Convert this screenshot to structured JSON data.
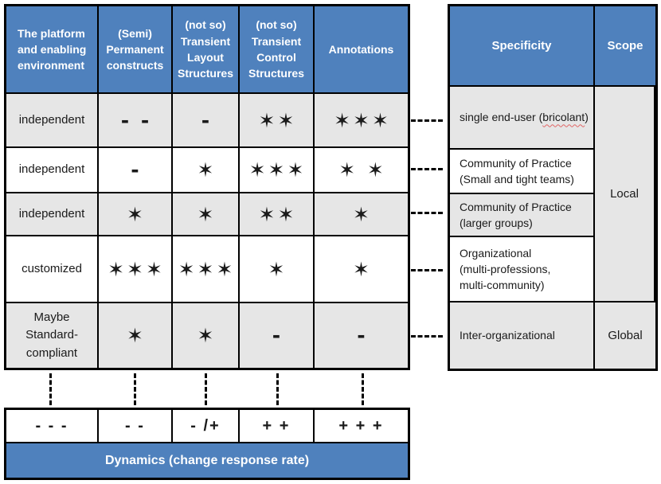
{
  "colors": {
    "header_blue": "#4f81bd",
    "row_gray": "#e6e6e6",
    "row_white": "#ffffff",
    "border_black": "#000000",
    "spellcheck_red": "#e06666"
  },
  "left_table": {
    "headers": [
      "The platform\nand enabling\nenvironment",
      "(Semi)\nPermanent\nconstructs",
      "(not so)\nTransient\nLayout\nStructures",
      "(not so)\nTransient\nControl\nStructures",
      "Annotations"
    ],
    "rows": [
      {
        "cells": [
          "independent",
          "- -",
          "-",
          "✶✶",
          "✶✶✶"
        ]
      },
      {
        "cells": [
          "independent",
          "-",
          "✶",
          "✶✶✶",
          "✶ ✶"
        ]
      },
      {
        "cells": [
          "independent",
          "✶",
          "✶",
          "✶✶",
          "✶"
        ]
      },
      {
        "cells": [
          "customized",
          "✶✶✶",
          "✶✶✶",
          "✶",
          "✶"
        ]
      },
      {
        "cells": [
          "Maybe\nStandard-\ncompliant",
          "✶",
          "✶",
          "-",
          "-"
        ]
      }
    ]
  },
  "right_table": {
    "headers": [
      "Specificity",
      "Scope"
    ],
    "specificity_rows": [
      {
        "prefix": "single end-user (",
        "term": "bricolant",
        "suffix": ")"
      },
      {
        "text": "Community of Practice\n(Small and tight teams)"
      },
      {
        "text": "Community of Practice\n(larger groups)"
      },
      {
        "text": "Organizational\n(multi-professions,\nmulti-community)"
      },
      {
        "text": "Inter-organizational"
      }
    ],
    "scope_cells": [
      {
        "label": "Local"
      },
      {
        "label": "Global"
      }
    ]
  },
  "dynamics_table": {
    "symbols": [
      "- - -",
      "- -",
      "- /+",
      "+ +",
      "+ + +"
    ],
    "label": "Dynamics (change response rate)"
  }
}
